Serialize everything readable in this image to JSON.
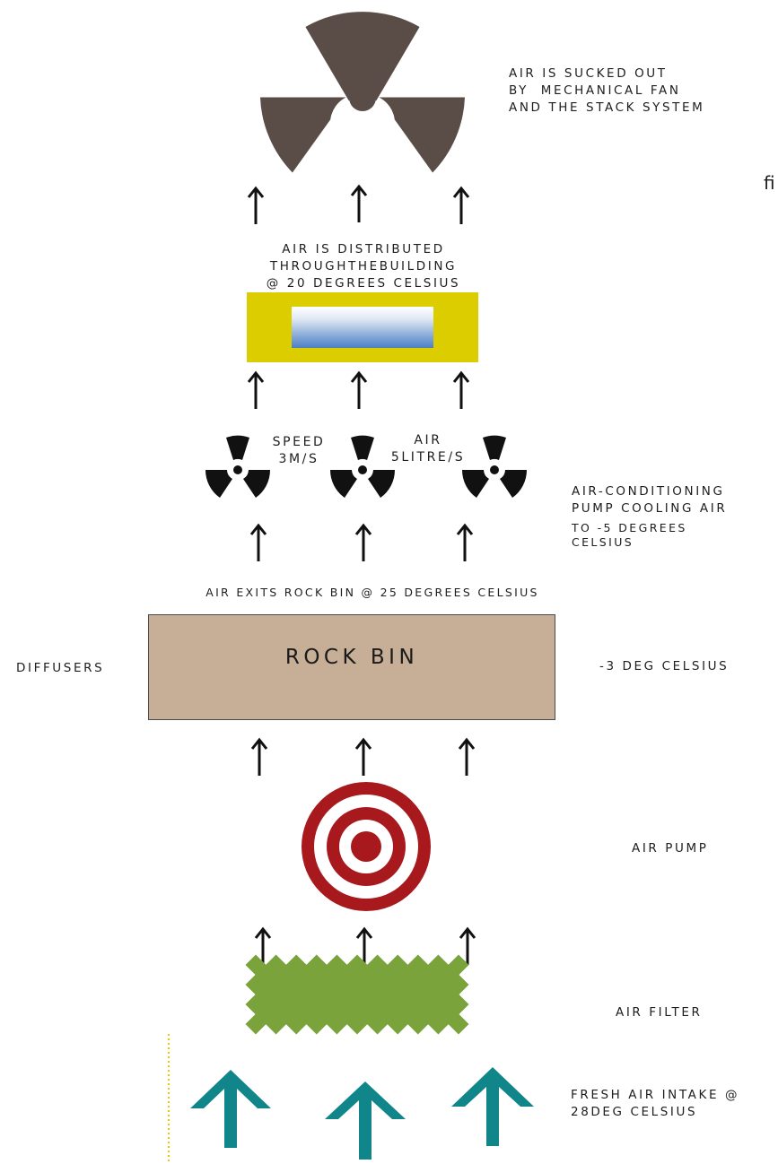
{
  "labels": {
    "exhaust": "AIR IS SUCKED OUT\nBY  MECHANICAL FAN\nAND THE STACK SYSTEM",
    "edge_fragment": "fi",
    "distributed": "AIR IS DISTRIBUTED\nTHROUGHTHEBUILDING\n@ 20 DEGREES CELSIUS",
    "speed": "SPEED\n3M/S",
    "air_volume": "AIR\n5LITRE/S",
    "ac_cooling_main": "AIR-CONDITIONING\nPUMP COOLING AIR",
    "ac_cooling_sub": "TO -5 DEGREES\nCELSIUS",
    "air_exits": "AIR EXITS ROCK BIN @ 25 DEGREES CELSIUS",
    "diffusers": "DIFFUSERS",
    "rock_bin": "ROCK BIN",
    "rock_bin_temp": "-3 DEG CELSIUS",
    "air_pump": "AIR PUMP",
    "air_filter": "AIR FILTER",
    "fresh_air": "FRESH AIR INTAKE @\n28DEG CELSIUS"
  },
  "colors": {
    "fan_main": "#5a4d47",
    "fan_small": "#111111",
    "arrow": "#111111",
    "rock_bin": "#c7ae96",
    "heater_frame": "#dccd00",
    "heater_core_top": "#ffffff",
    "heater_core_bottom": "#4d7fc4",
    "pump_red": "#a8191e",
    "filter_green": "#7aa33c",
    "intake_teal": "#10868a",
    "dotted_line": "#e8c800"
  },
  "icons": {
    "main_fan": "radiation-fan-icon",
    "small_fans": "radiation-fan-icon",
    "pump": "target-icon",
    "filter": "diamond-grid-icon",
    "intake_arrows": "up-arrow-icon"
  }
}
